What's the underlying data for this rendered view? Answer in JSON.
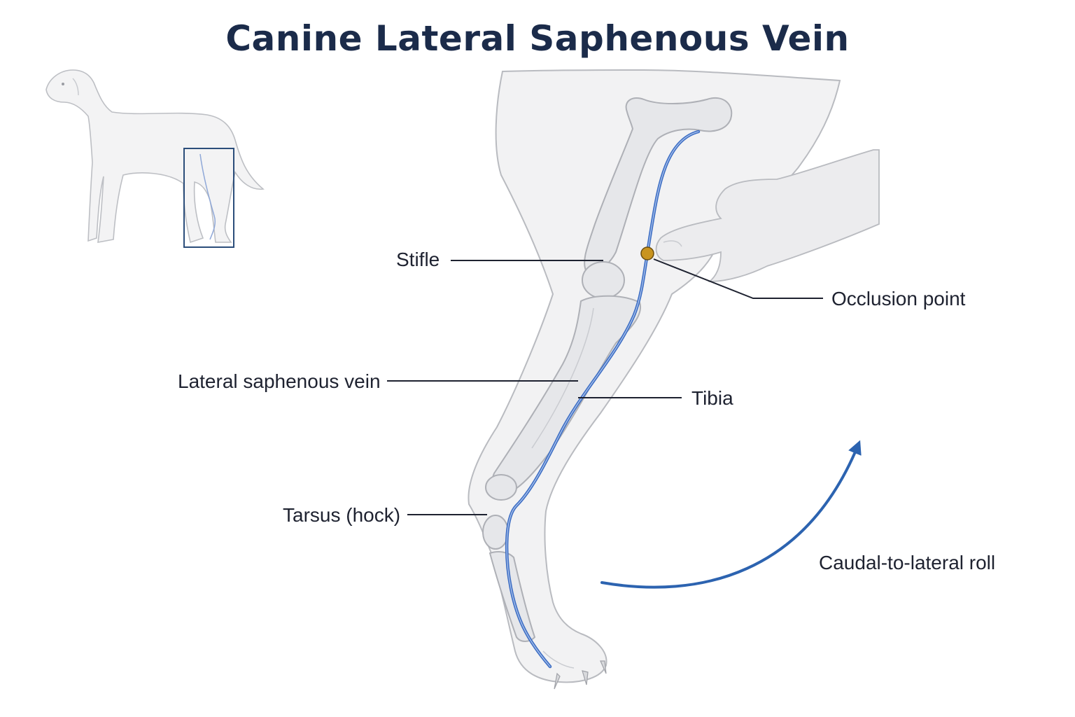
{
  "title": "Canine Lateral Saphenous Vein",
  "labels": {
    "stifle": "Stifle",
    "lateral_saphenous_vein": "Lateral saphenous vein",
    "tarsus": "Tarsus (hock)",
    "occlusion_point": "Occlusion point",
    "tibia": "Tibia",
    "roll": "Caudal-to-lateral roll"
  },
  "colors": {
    "title": "#1b2b4a",
    "vein": "#3f6fc4",
    "occlusion_marker": "#c9941e",
    "arrow": "#2c63b0",
    "inset_frame": "#2b4d7a"
  }
}
